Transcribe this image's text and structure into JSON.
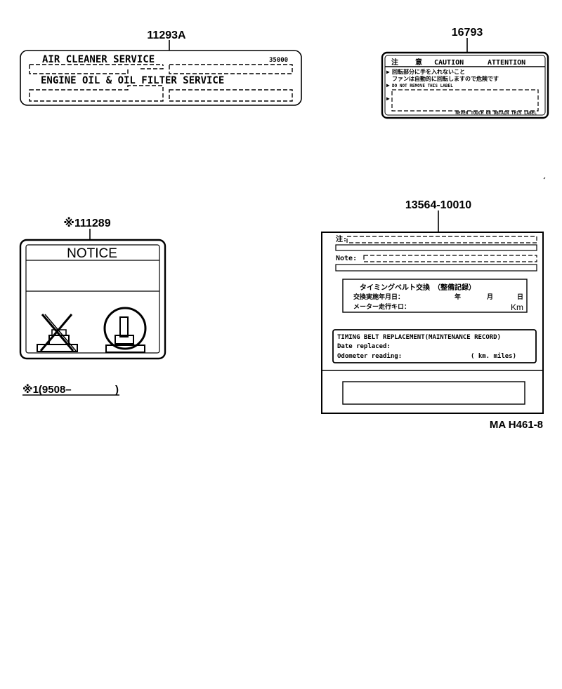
{
  "labels": {
    "air_cleaner": {
      "part_number": "11293A",
      "line1": "AIR CLEANER SERVICE",
      "code": "35000",
      "line2": "ENGINE OIL & OIL FILTER SERVICE"
    },
    "caution": {
      "part_number": "16793",
      "header_jp1": "注",
      "header_jp2": "意",
      "header_caution": "CAUTION",
      "header_attention": "ATTENTION",
      "row1": "回転部分に手を入れないこと",
      "row2": "ファンは自動的に回転しますので危険です",
      "row3": "DO NOT REMOVE THIS LABEL",
      "bottom": "NEVER TOUCH OR OBTAIN THIS LABEL"
    },
    "notice": {
      "part_number": "※111289",
      "title": "NOTICE"
    },
    "timing_belt": {
      "part_number": "13564-10010",
      "field1": "注:",
      "field2": "Note:",
      "jp_title": "タイミングベルト交換　（整備記録）",
      "jp_date": "交換実施年月日：",
      "jp_year": "年",
      "jp_month": "月",
      "jp_day": "日",
      "jp_meter": "メーター走行キロ：",
      "jp_unit": "Km",
      "en_title": "TIMING BELT REPLACEMENT(MAINTENANCE RECORD)",
      "en_date": "Date replaced:",
      "en_odometer": "Odometer reading:",
      "en_unit": "( km. miles)"
    }
  },
  "footnote": "※1(9508–",
  "footnote_close": ")",
  "figure_id": "MA H461-8"
}
